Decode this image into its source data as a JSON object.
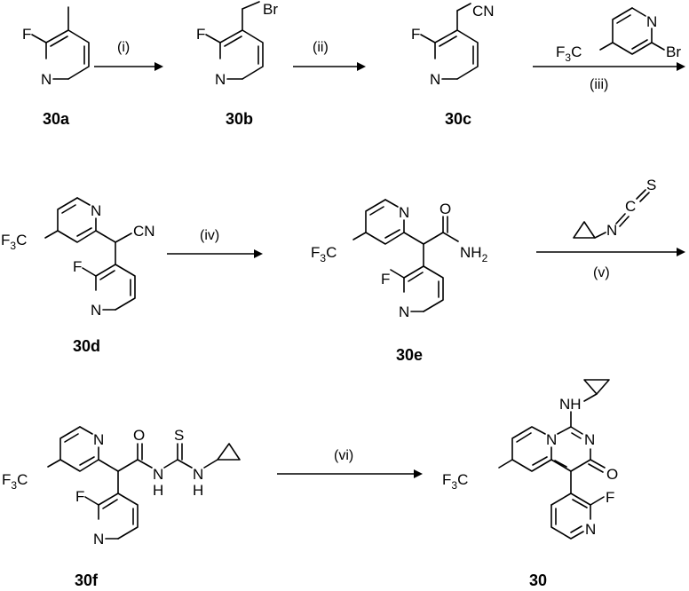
{
  "atoms": {
    "F": "F",
    "N": "N",
    "Br": "Br",
    "CN": "CN",
    "O": "O",
    "S": "S",
    "C": "C",
    "NH": "NH",
    "H": "H",
    "N_imine": "N",
    "CF3_prefix": "F",
    "CF3_sub": "3",
    "CF3_suffix": "C",
    "NH2_prefix": "NH",
    "NH2_sub": "2"
  },
  "compounds": {
    "c30a": "30a",
    "c30b": "30b",
    "c30c": "30c",
    "c30d": "30d",
    "c30e": "30e",
    "c30f": "30f",
    "c30": "30"
  },
  "conditions": {
    "i": "(i)",
    "ii": "(ii)",
    "iii": "(iii)",
    "iv": "(iv)",
    "v": "(v)",
    "vi": "(vi)"
  }
}
